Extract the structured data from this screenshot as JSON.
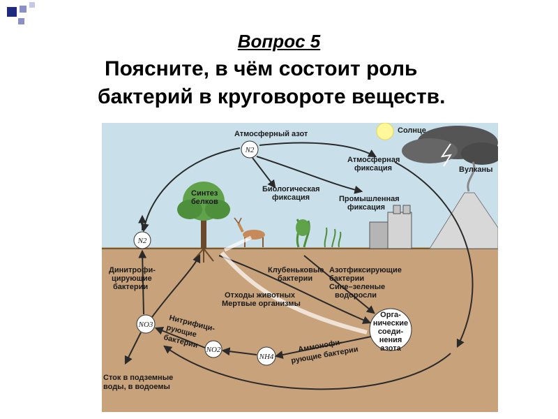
{
  "slide": {
    "question_title": "Вопрос 5",
    "question_line1": "Поясните, в чём состоит роль",
    "question_line2": "бактерий в круговороте веществ."
  },
  "diagram": {
    "labels": {
      "atmospheric_nitrogen": "Атмосферный азот",
      "sun": "Солнце",
      "atmospheric_fixation_1": "Атмосферная",
      "atmospheric_fixation_2": "фиксация",
      "volcanoes": "Вулканы",
      "protein_synthesis_1": "Синтез",
      "protein_synthesis_2": "белков",
      "biological_fixation_1": "Биологическая",
      "biological_fixation_2": "фиксация",
      "industrial_fixation_1": "Промышленная",
      "industrial_fixation_2": "фиксация",
      "denitrifying_1": "Динитрофи-",
      "denitrifying_2": "цирующие",
      "denitrifying_3": "бактерии",
      "nodule_bacteria_1": "Клубеньковые",
      "nodule_bacteria_2": "бактерии",
      "nitrogen_fixing_1": "Азотфиксирующие",
      "nitrogen_fixing_2": "бактерии",
      "nitrogen_fixing_3": "Сине–зеленые",
      "nitrogen_fixing_4": "водоросли",
      "animal_waste_1": "Отходы животных",
      "animal_waste_2": "Мертвые организмы",
      "organic_compounds_1": "Орга-",
      "organic_compounds_2": "нические",
      "organic_compounds_3": "соеди-",
      "organic_compounds_4": "нения",
      "organic_compounds_5": "азота",
      "nitrifying_1": "Нитрифици-",
      "nitrifying_2": "рующие",
      "nitrifying_3": "бактерии",
      "ammonifying_1": "Аммонофи-",
      "ammonifying_2": "рующие бактерии",
      "groundwater_1": "Сток в подземные",
      "groundwater_2": "воды, в водоемы"
    },
    "chem": {
      "n2_top": "N2",
      "n2_left": "N2",
      "no3": "NO3",
      "no2": "NO2",
      "nh4": "NH4"
    },
    "colors": {
      "sky": "#c9e0ea",
      "soil": "#c8a27a",
      "arrow": "#2a2a2a",
      "accent_square": "#1f2a7a"
    }
  }
}
